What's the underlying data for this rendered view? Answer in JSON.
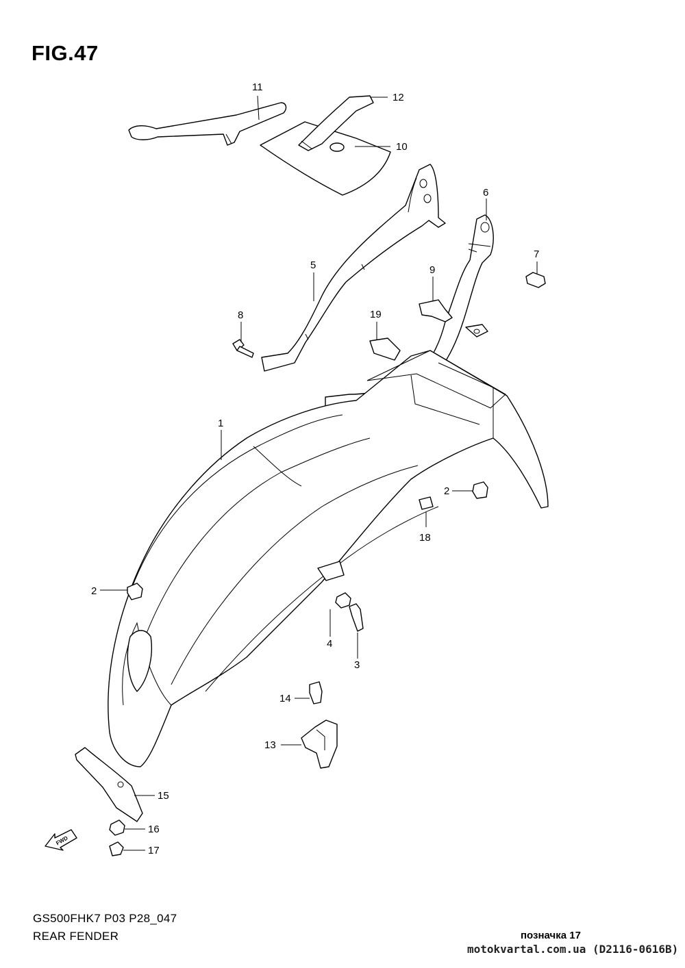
{
  "figure": {
    "title": "FIG.47"
  },
  "footer": {
    "model_code": "GS500FHK7 P03 P28_047",
    "part_group": "REAR FENDER",
    "mark": "позначка 17",
    "site": "motokvartal.com.ua (D2116-0616B)"
  },
  "fwd_badge": "FWD",
  "callouts": {
    "c1": "1",
    "c2a": "2",
    "c2b": "2",
    "c3": "3",
    "c4": "4",
    "c5": "5",
    "c6": "6",
    "c7": "7",
    "c8": "8",
    "c9": "9",
    "c10": "10",
    "c11": "11",
    "c12": "12",
    "c13": "13",
    "c14": "14",
    "c15": "15",
    "c16": "16",
    "c17": "17",
    "c18": "18",
    "c19": "19"
  }
}
